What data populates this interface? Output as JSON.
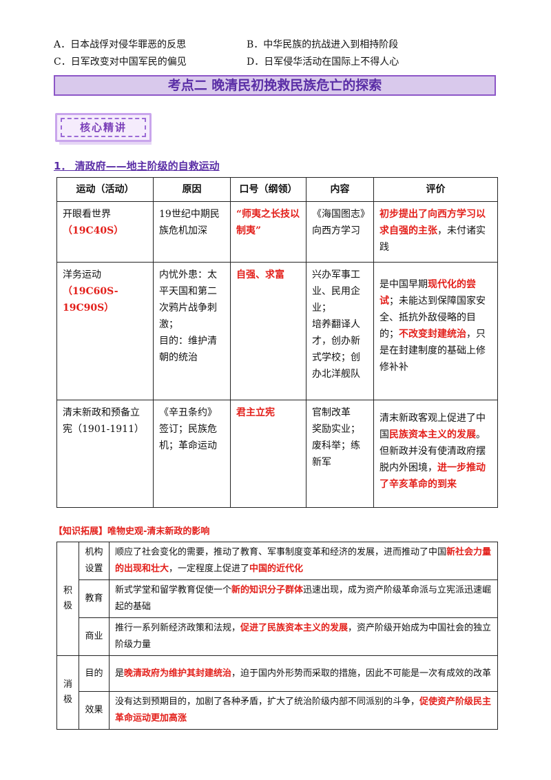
{
  "options": {
    "a": "A．日本战俘对侵华罪恶的反思",
    "b": "B．中华民族的抗战进入到相持阶段",
    "c": "C．日军改变对中国军民的偏见",
    "d": "D．日军侵华活动在国际上不得人心"
  },
  "banner": "考点二 晚清民初挽救民族危亡的探索",
  "badge": "核心精讲",
  "section1_title": "1． 清政府——地主阶级的自救运动",
  "table": {
    "headers": [
      "运动（活动）",
      "原因",
      "口号（纲领）",
      "内容",
      "评价"
    ],
    "rows": [
      {
        "movement": "开眼看世界",
        "period": "（19C40S）",
        "reason": "19世纪中期民族危机加深",
        "slogan": "“师夷之长技以制夷”",
        "content": "《海国图志》向西方学习",
        "eval_red": "初步提出了向西方学习以求自强的主张",
        "eval_rest": "，未付诸实践"
      },
      {
        "movement": "洋务运动",
        "period": "（19C60S-19C90S）",
        "reason_lines": [
          "内忧外患：太平天国和第二次鸦片战争刺激；",
          "目的：维护清朝的统治"
        ],
        "slogan": "自强、求富",
        "content_lines": [
          "兴办军事工业、民用企业；",
          "培养翻译人才，创办新式学校；创办北洋舰队"
        ],
        "eval_p1": "是中国早期",
        "eval_red1": "现代化的尝试",
        "eval_p2": "；未能达到保障国家安全、抵抗外敌侵略的目的；",
        "eval_red2": "不改变封建统治",
        "eval_p3": "，只是在封建制度的基础上修修补补"
      },
      {
        "movement": "清末新政和预备立宪（1901-1911）",
        "reason_lines": [
          "《辛丑条约》签订；民族危机；革命运动"
        ],
        "slogan": "君主立宪",
        "content_lines": [
          "官制改革",
          "奖励实业；",
          "废科举；练新军"
        ],
        "eval_p1": "清末新政客观上促进了中国",
        "eval_red1": "民族资本主义的发展",
        "eval_p2": "。但新政并没有使清政府摆脱内外困境，",
        "eval_red2": "进一步推动了辛亥革命的到来"
      }
    ]
  },
  "extension": {
    "title": "【知识拓展】唯物史观-清末新政的影响",
    "positive_label": "积极",
    "negative_label": "消极",
    "rows": [
      {
        "label": "机构设置",
        "p1": "顺应了社会变化的需要，推动了教育、军事制度变革和经济的发展，进而推动了中国",
        "r1": "新社会力量的出现和壮大",
        "p2": "，一定程度上促进了",
        "r2": "中国的近代化"
      },
      {
        "label": "教育",
        "p1": "新式学堂和留学教育促使一个",
        "r1": "新的知识分子群体",
        "p2": "迅速出现，成为资产阶级革命派与立宪派迅速崛起的基础"
      },
      {
        "label": "商业",
        "p1": "推行一系列新经济政策和法规，",
        "r1": "促进了民族资本主义的发展",
        "p2": "，资产阶级开始成为中国社会的独立阶级力量"
      },
      {
        "label": "目的",
        "p1": "是",
        "r1": "晚清政府为维护其封建统治",
        "p2": "，迫于国内外形势而采取的措施，因此不可能是一次有成效的改革"
      },
      {
        "label": "效果",
        "p1": "没有达到预期目的，加剧了各种矛盾，扩大了统治阶级内部不同派别的斗争，",
        "r1": "促使资产阶级民主革命运动更加高涨"
      }
    ]
  }
}
